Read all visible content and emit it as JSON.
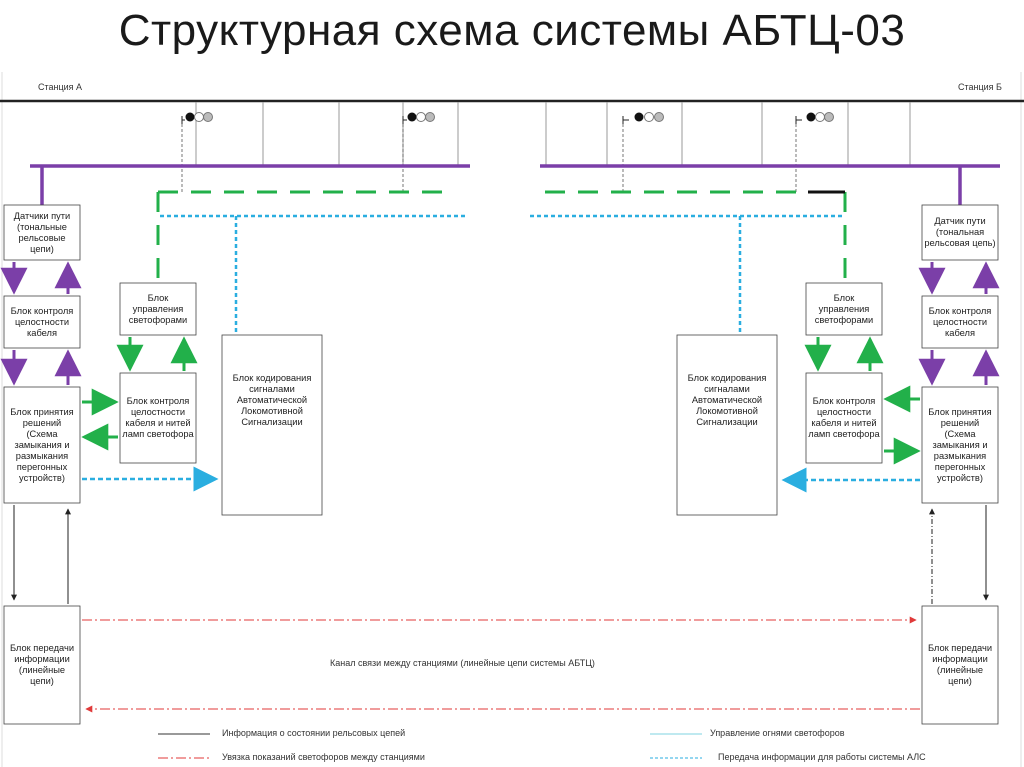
{
  "title": "Структурная схема системы АБТЦ-03",
  "stations": {
    "left": "Станция А",
    "right": "Станция Б"
  },
  "blocks": {
    "left_sensor": "Датчики пути (тональные рельсовые цепи)",
    "left_cable": "Блок контроля целостности кабеля",
    "left_decision": "Блок принятия решений (Схема замыкания и размыкания перегонных устройств)",
    "left_signal_ctrl": "Блок управления светофорами",
    "left_lamp_ctrl": "Блок контроля целостности кабеля и нитей ламп светофора",
    "left_coding": "Блок кодирования сигналами Автоматической Локомотивной Сигнализации",
    "left_transfer": "Блок передачи информации (линейные цепи)",
    "right_sensor": "Датчик пути (тональная рельсовая цепь)",
    "right_cable": "Блок контроля целостности кабеля",
    "right_decision": "Блок принятия решений (Схема замыкания и размыкания перегонных устройств)",
    "right_signal_ctrl": "Блок управления светофорами",
    "right_lamp_ctrl": "Блок контроля целостности кабеля и нитей ламп светофора",
    "right_coding": "Блок кодирования сигналами Автоматической Локомотивной Сигнализации",
    "right_transfer": "Блок передачи информации (линейные цепи)"
  },
  "channel_label": "Канал связи между станциями (линейные цепи системы АБТЦ)",
  "legend": [
    {
      "text": "Информация о состоянии рельсовых цепей",
      "color": "#333333",
      "style": "solid"
    },
    {
      "text": "Управление огнями светофоров",
      "color": "#7fd3e0",
      "style": "solid"
    },
    {
      "text": "Увязка показаний светофоров между станциями",
      "color": "#e03a3a",
      "style": "dashdot"
    },
    {
      "text": "Передача информации для работы системы АЛС",
      "color": "#2aaee0",
      "style": "dotted"
    }
  ],
  "colors": {
    "purple": "#7b3fa8",
    "green": "#22b04a",
    "cyan": "#2aaee0",
    "red": "#e03a3a",
    "black": "#222222"
  }
}
